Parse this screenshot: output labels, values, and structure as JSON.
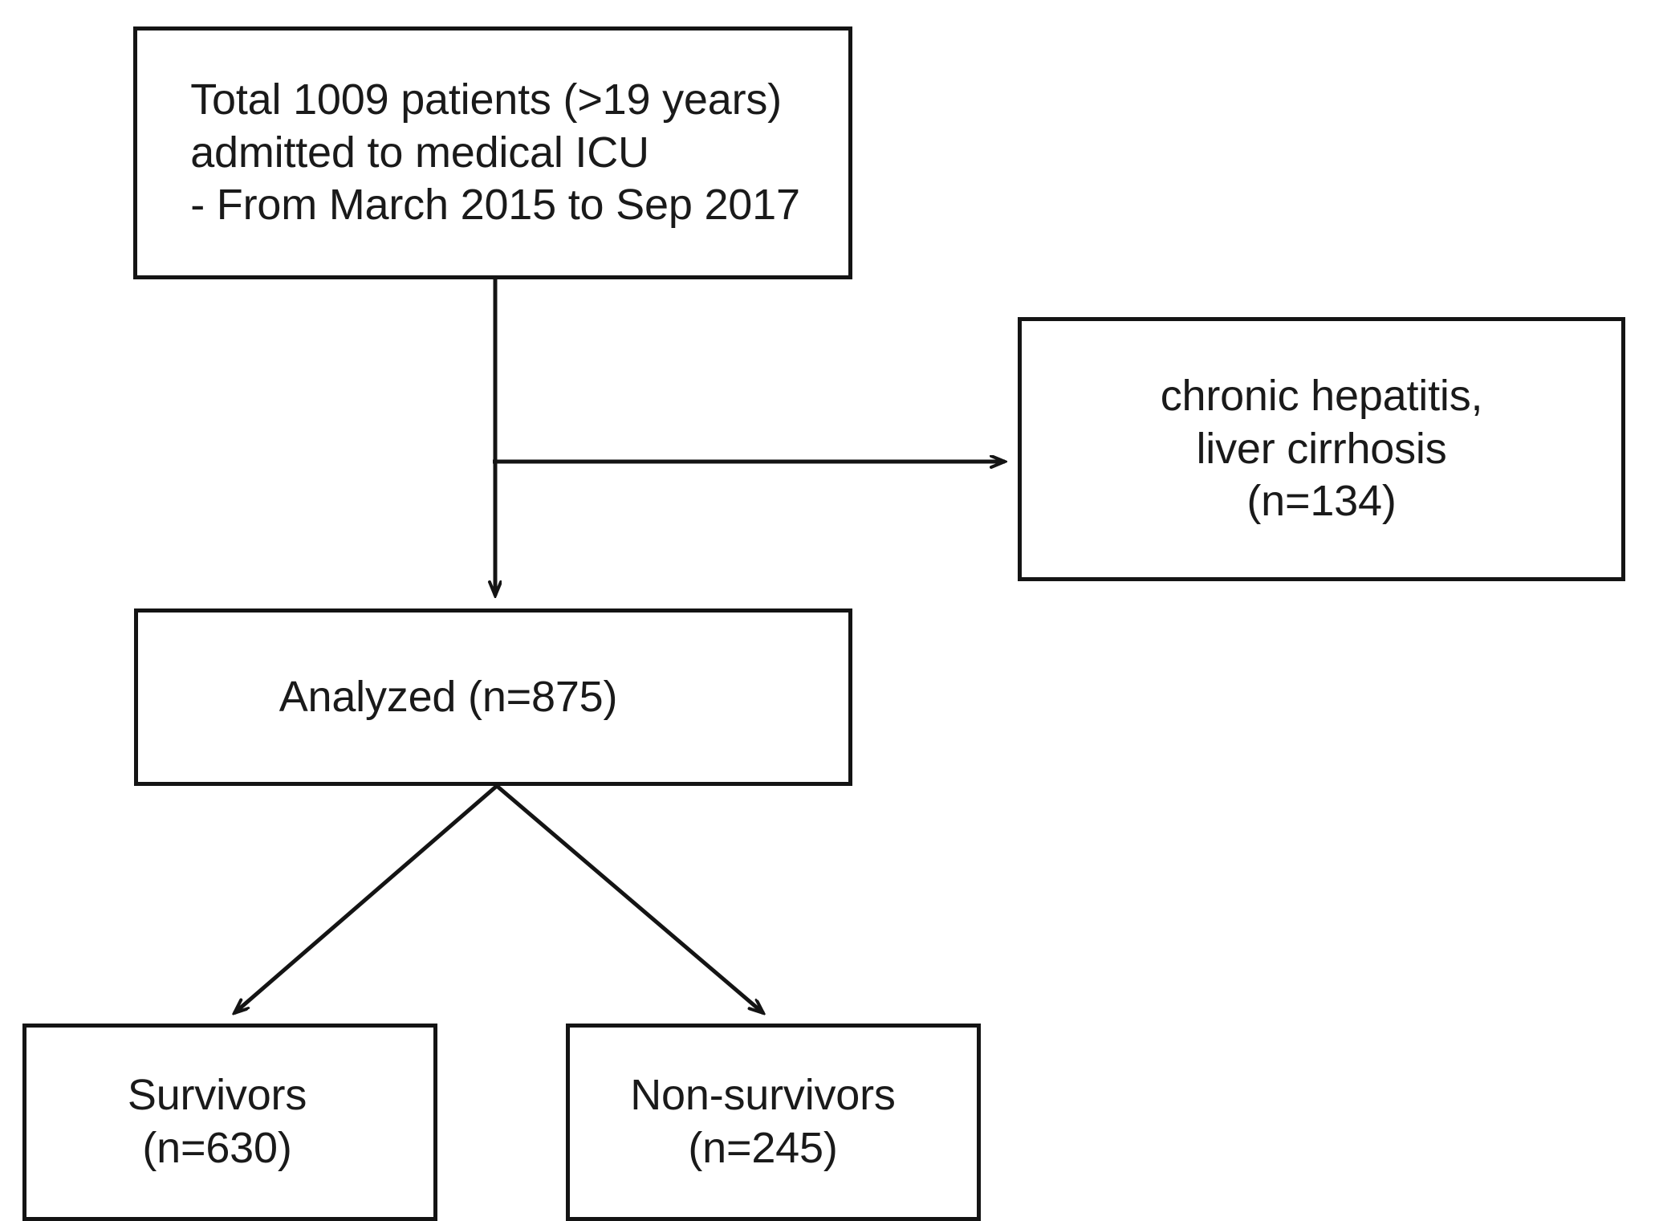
{
  "diagram": {
    "title": "Patient selection flow diagram",
    "type": "flowchart",
    "background_color": "#ffffff",
    "line_color": "#141414",
    "text_color": "#1a1a1a"
  },
  "nodes": {
    "total": {
      "id": "total-patients-box",
      "text": "Total 1009 patients (>19 years)\nadmitted to medical ICU\n-  From March 2015 to Sep 2017",
      "lines": [
        "Total 1009 patients (>19 years)",
        "admitted to medical ICU",
        "-  From March 2015 to Sep 2017"
      ],
      "count": 1009
    },
    "excluded": {
      "id": "excluded-box",
      "text": "chronic hepatitis,\nliver cirrhosis\n(n=134)",
      "lines": [
        "chronic hepatitis,",
        "liver cirrhosis",
        "(n=134)"
      ],
      "count": 134
    },
    "analyzed": {
      "id": "analyzed-box",
      "text": "Analyzed (n=875)",
      "lines": [
        "Analyzed (n=875)"
      ],
      "count": 875
    },
    "survivors": {
      "id": "survivors-box",
      "text": "Survivors\n(n=630)",
      "lines": [
        "Survivors",
        "(n=630)"
      ],
      "count": 630
    },
    "nonsurvivors": {
      "id": "non-survivors-box",
      "text": "Non-survivors\n(n=245)",
      "lines": [
        "Non-survivors",
        "(n=245)"
      ],
      "count": 245
    }
  },
  "edges": [
    {
      "from": "total",
      "to": "excluded",
      "label": "",
      "style": "solid",
      "arrow": "right"
    },
    {
      "from": "total",
      "to": "analyzed",
      "label": "",
      "style": "solid",
      "arrow": "down"
    },
    {
      "from": "analyzed",
      "to": "survivors",
      "label": "",
      "style": "solid",
      "arrow": "down-left"
    },
    {
      "from": "analyzed",
      "to": "nonsurvivors",
      "label": "",
      "style": "solid",
      "arrow": "down-right"
    }
  ],
  "chart_data": {
    "type": "diagram",
    "title": "Patient selection flow",
    "categories": [
      "Total admitted",
      "Excluded (chronic hepatitis, liver cirrhosis)",
      "Analyzed",
      "Survivors",
      "Non-survivors"
    ],
    "values": [
      1009,
      134,
      875,
      630,
      245
    ]
  }
}
